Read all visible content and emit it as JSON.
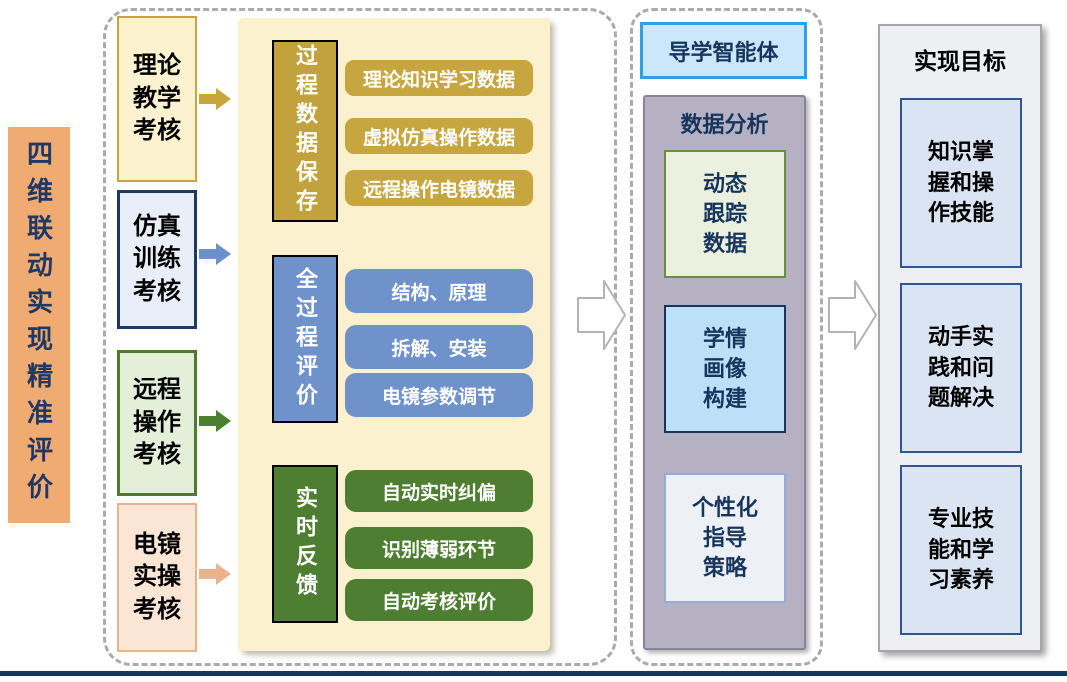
{
  "left_bar": {
    "label": "四维联动实现精准评价"
  },
  "assessments": [
    {
      "label": "理论\n教学\n考核"
    },
    {
      "label": "仿真\n训练\n考核"
    },
    {
      "label": "远程\n操作\n考核"
    },
    {
      "label": "电镜\n实操\n考核"
    }
  ],
  "process_panel": {
    "groups": [
      {
        "header": "过程数据保存",
        "items": [
          "理论知识学习数据",
          "虚拟仿真操作数据",
          "远程操作电镜数据"
        ]
      },
      {
        "header": "全过程评价",
        "items": [
          "结构、原理",
          "拆解、安装",
          "电镜参数调节"
        ]
      },
      {
        "header": "实时反馈",
        "items": [
          "自动实时纠偏",
          "识别薄弱环节",
          "自动考核评价"
        ]
      }
    ]
  },
  "analysis_panel": {
    "agent_label": "导学智能体",
    "title": "数据分析",
    "items": [
      {
        "label": "动态\n跟踪\n数据"
      },
      {
        "label": "学情\n画像\n构建"
      },
      {
        "label": "个性化\n指导\n策略"
      }
    ]
  },
  "goals_panel": {
    "title": "实现目标",
    "items": [
      {
        "label": "知识掌\n握和操\n作技能"
      },
      {
        "label": "动手实\n践和问\n题解决"
      },
      {
        "label": "专业技\n能和学\n习素养"
      }
    ]
  },
  "colors": {
    "arrow_theory": "#C9A53E",
    "arrow_simulation": "#6B90CB",
    "arrow_remote": "#4B8030",
    "arrow_practice": "#EAB38E",
    "accent_gold": "#C8A63F",
    "accent_blue": "#6E92C9",
    "accent_green": "#4E7E31",
    "banner_orange": "#F0AB73",
    "navy": "#17375E"
  }
}
